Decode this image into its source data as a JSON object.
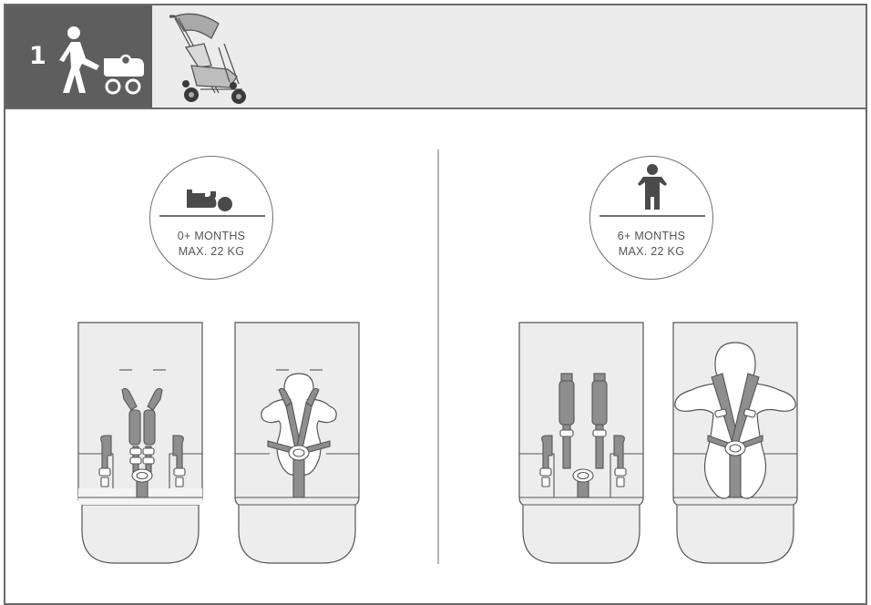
{
  "step": {
    "number": "1",
    "icon": "person-pushing-stroller-icon"
  },
  "stroller_icon": "stroller-illustration",
  "left_badge": {
    "icon": "lying-baby-icon",
    "line1": "0+ MONTHS",
    "line2": "MAX. 22 KG"
  },
  "right_badge": {
    "icon": "standing-child-icon",
    "line1": "6+ MONTHS",
    "line2": "MAX. 22 KG"
  },
  "colors": {
    "header_bg": "#ececec",
    "step_bg": "#5e5e5e",
    "seat_bg": "#ededed",
    "strap": "#8c8c8c",
    "outline": "#5a5a5a"
  }
}
